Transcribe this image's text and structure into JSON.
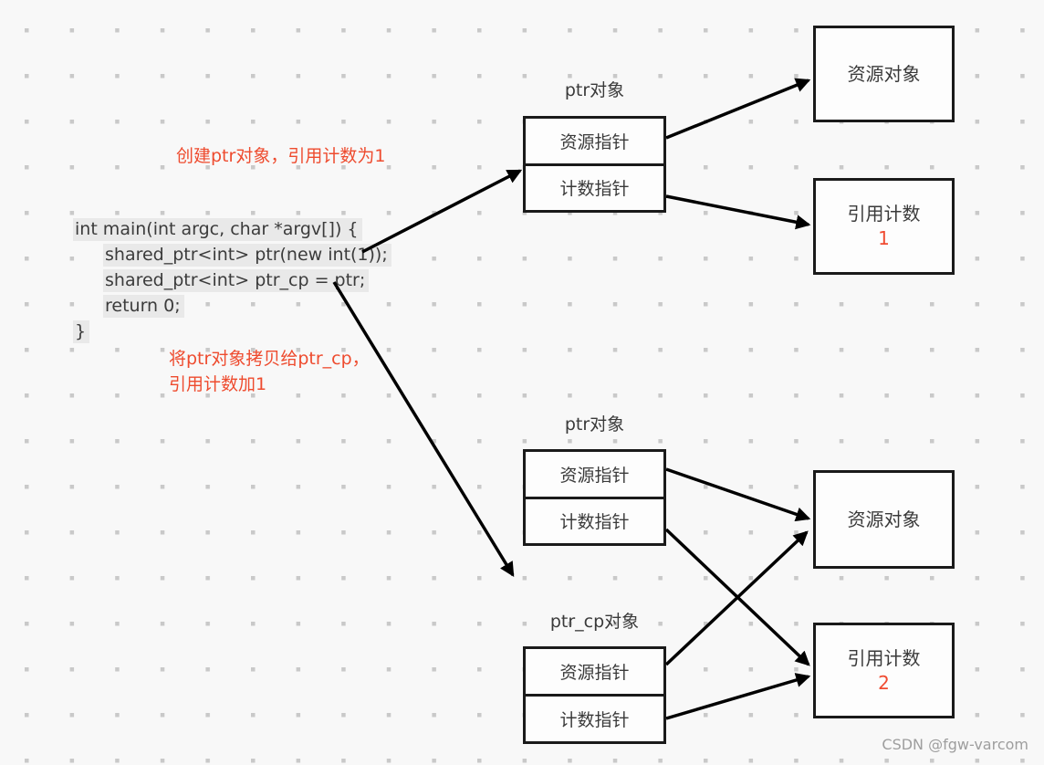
{
  "page": {
    "watermark": "CSDN @fgw-varcom"
  },
  "annotations": {
    "create_note": "创建ptr对象，引用计数为1",
    "copy_note_line1": "将ptr对象拷贝给ptr_cp，",
    "copy_note_line2": "引用计数加1"
  },
  "code": {
    "line1": "int main(int argc, char *argv[]) {",
    "line2": "shared_ptr<int> ptr(new int(1));",
    "line3": "shared_ptr<int> ptr_cp = ptr;",
    "line4": "return 0;",
    "line5": "}"
  },
  "state1": {
    "ptr_title": "ptr对象",
    "resource_ptr_cell": "资源指针",
    "count_ptr_cell": "计数指针",
    "resource_obj": "资源对象",
    "ref_count_label": "引用计数",
    "ref_count_value": "1"
  },
  "state2": {
    "ptr_title": "ptr对象",
    "ptr_cp_title": "ptr_cp对象",
    "ptr_resource_cell": "资源指针",
    "ptr_count_cell": "计数指针",
    "cp_resource_cell": "资源指针",
    "cp_count_cell": "计数指针",
    "resource_obj": "资源对象",
    "ref_count_label": "引用计数",
    "ref_count_value": "2"
  },
  "colors": {
    "annotation_red": "#ee4b2e",
    "count_value_red": "#f04b31",
    "box_border": "#1a1a1a",
    "box_fill": "#fdfdfd",
    "code_highlight": "#e9e9e9",
    "background": "#f8f8f8",
    "grid_dot": "#c9c9c9",
    "watermark_gray": "#9e9e9e"
  }
}
